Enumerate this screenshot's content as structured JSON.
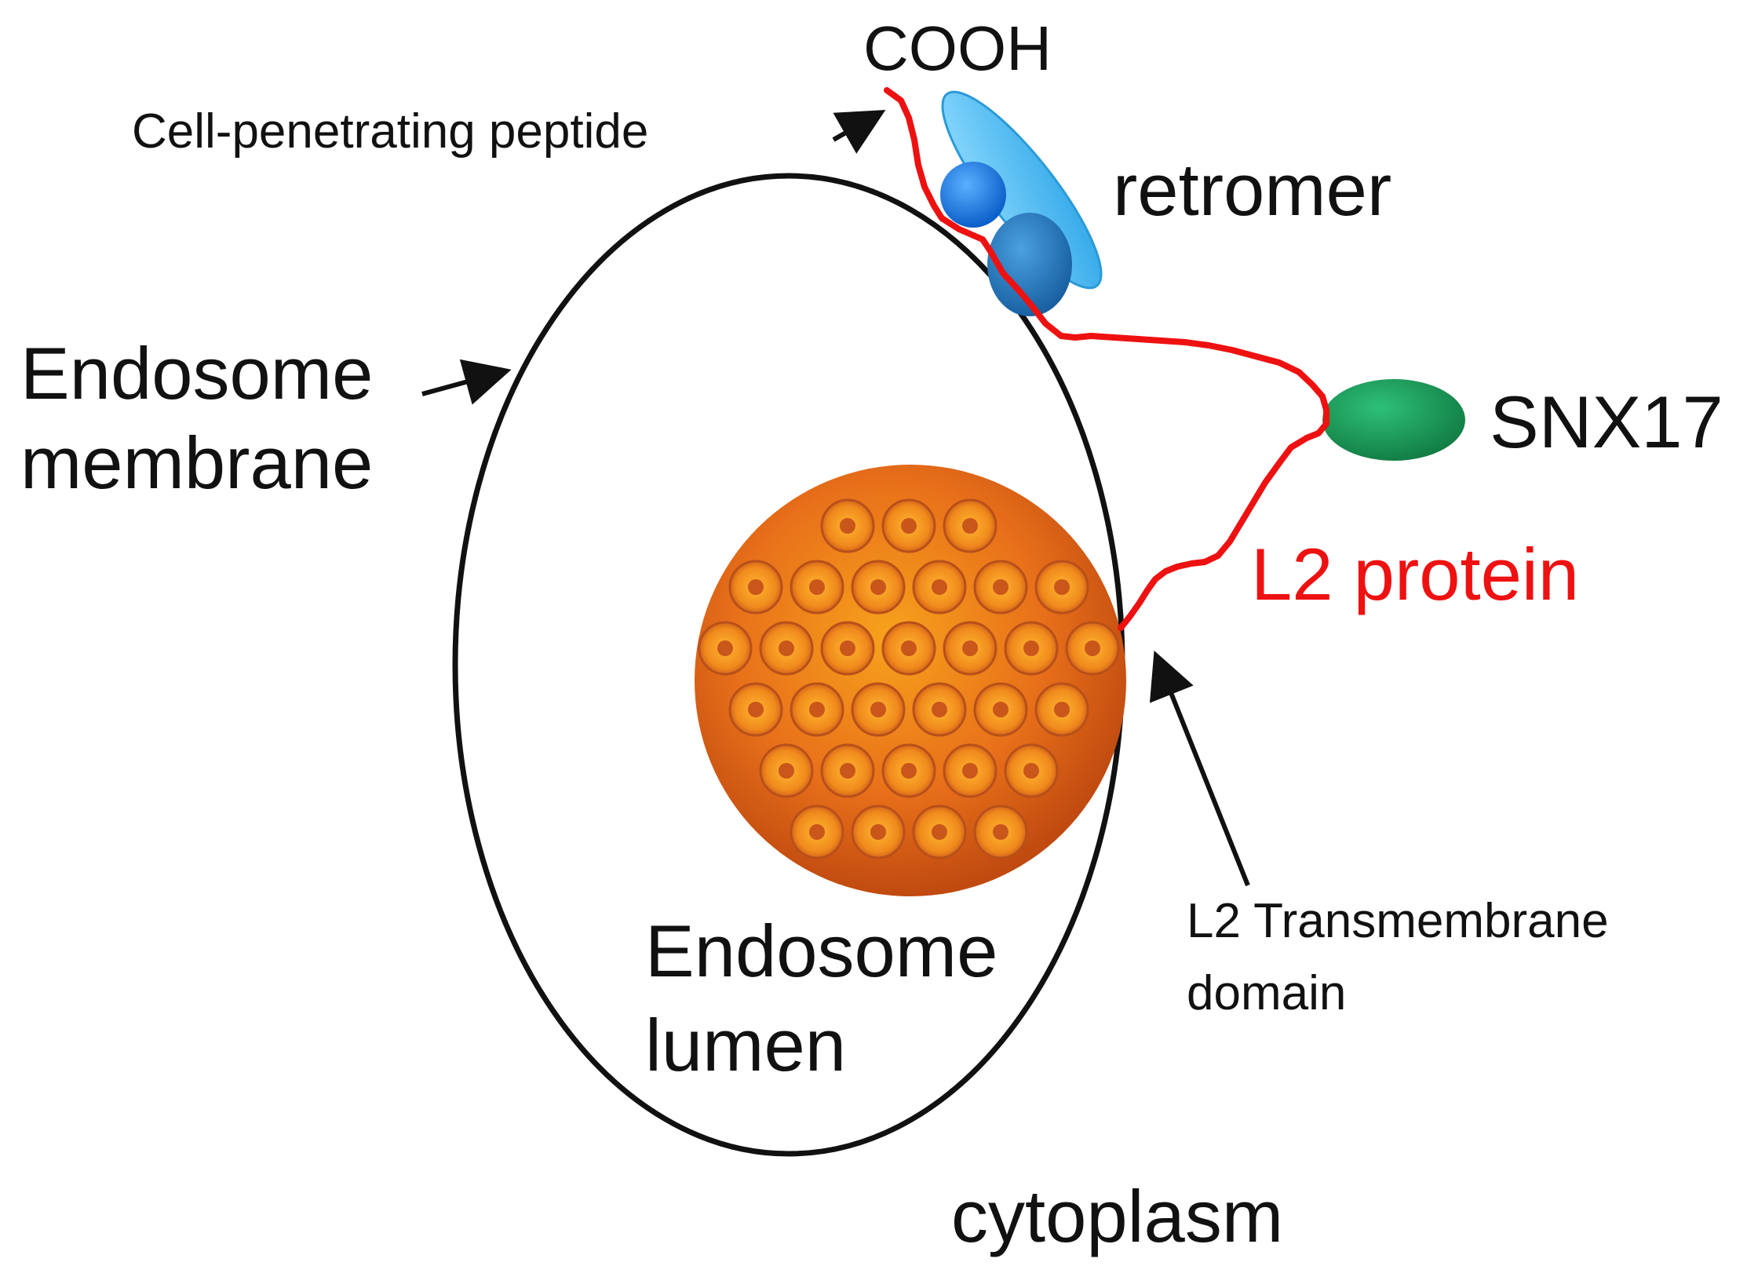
{
  "labels": {
    "cooh": "COOH",
    "cell_penetrating_peptide": "Cell-penetrating peptide",
    "retromer": "retromer",
    "endosome_membrane_line1": "Endosome",
    "endosome_membrane_line2": "membrane",
    "snx17": "SNX17",
    "l2_protein": "L2 protein",
    "l2_tm_line1": "L2 Transmembrane",
    "l2_tm_line2": "domain",
    "endosome_lumen_line1": "Endosome",
    "endosome_lumen_line2": "lumen",
    "cytoplasm": "cytoplasm"
  },
  "colors": {
    "l2_protein": "#ee1111",
    "retromer_light": "#5fc4f0",
    "retromer_mid": "#1e86d6",
    "retromer_dark": "#1a6fb8",
    "snx17": "#1a9a55",
    "capsid": "#e8701a",
    "membrane": "#111111"
  }
}
